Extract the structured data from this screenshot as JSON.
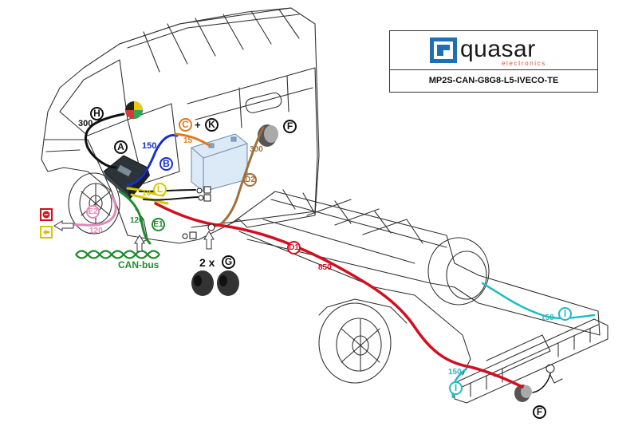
{
  "logo": {
    "brand": "quasar",
    "sub": "electronics",
    "model_code": "MP2S-CAN-G8G8-L5-IVECO-TE",
    "colors": {
      "blue": "#1f6fb5",
      "red": "#e04a2a"
    }
  },
  "callouts": {
    "H": "H",
    "A": "A",
    "B": "B",
    "C": "C",
    "K": "K",
    "L": "L",
    "E1": "E1",
    "E2": "E2",
    "D1": "D1",
    "D2": "D2",
    "F": "F",
    "G": "G",
    "I": "I"
  },
  "labels": {
    "plus": "+",
    "g_count": "2 x",
    "canbus": "CAN-bus",
    "len_300_h": "300",
    "len_150_b": "150",
    "len_15_c": "15",
    "len_300_d2": "300",
    "len_10_l": "10",
    "len_120_e1": "120",
    "len_120_e2": "120",
    "len_850_d1": "850",
    "len_150_i_side": "150",
    "len_150_i_rear": "150"
  },
  "colors": {
    "H": "#111111",
    "A": "#111111",
    "B": "#1a2fc4",
    "C": "#e07a1f",
    "L": "#d4c900",
    "E1": "#1e8c2e",
    "E2": "#e08ab8",
    "D1": "#d10f1f",
    "D2": "#a0703c",
    "I": "#1fbcc4",
    "sign_red": "#d10f1f",
    "sign_yellow": "#d4c900"
  },
  "icons": [
    "wiring-diagram",
    "battery-icon",
    "control-module-icon",
    "grommet-icon",
    "tail-light-icon",
    "stop-sign-icon",
    "arrow-sign-icon"
  ]
}
